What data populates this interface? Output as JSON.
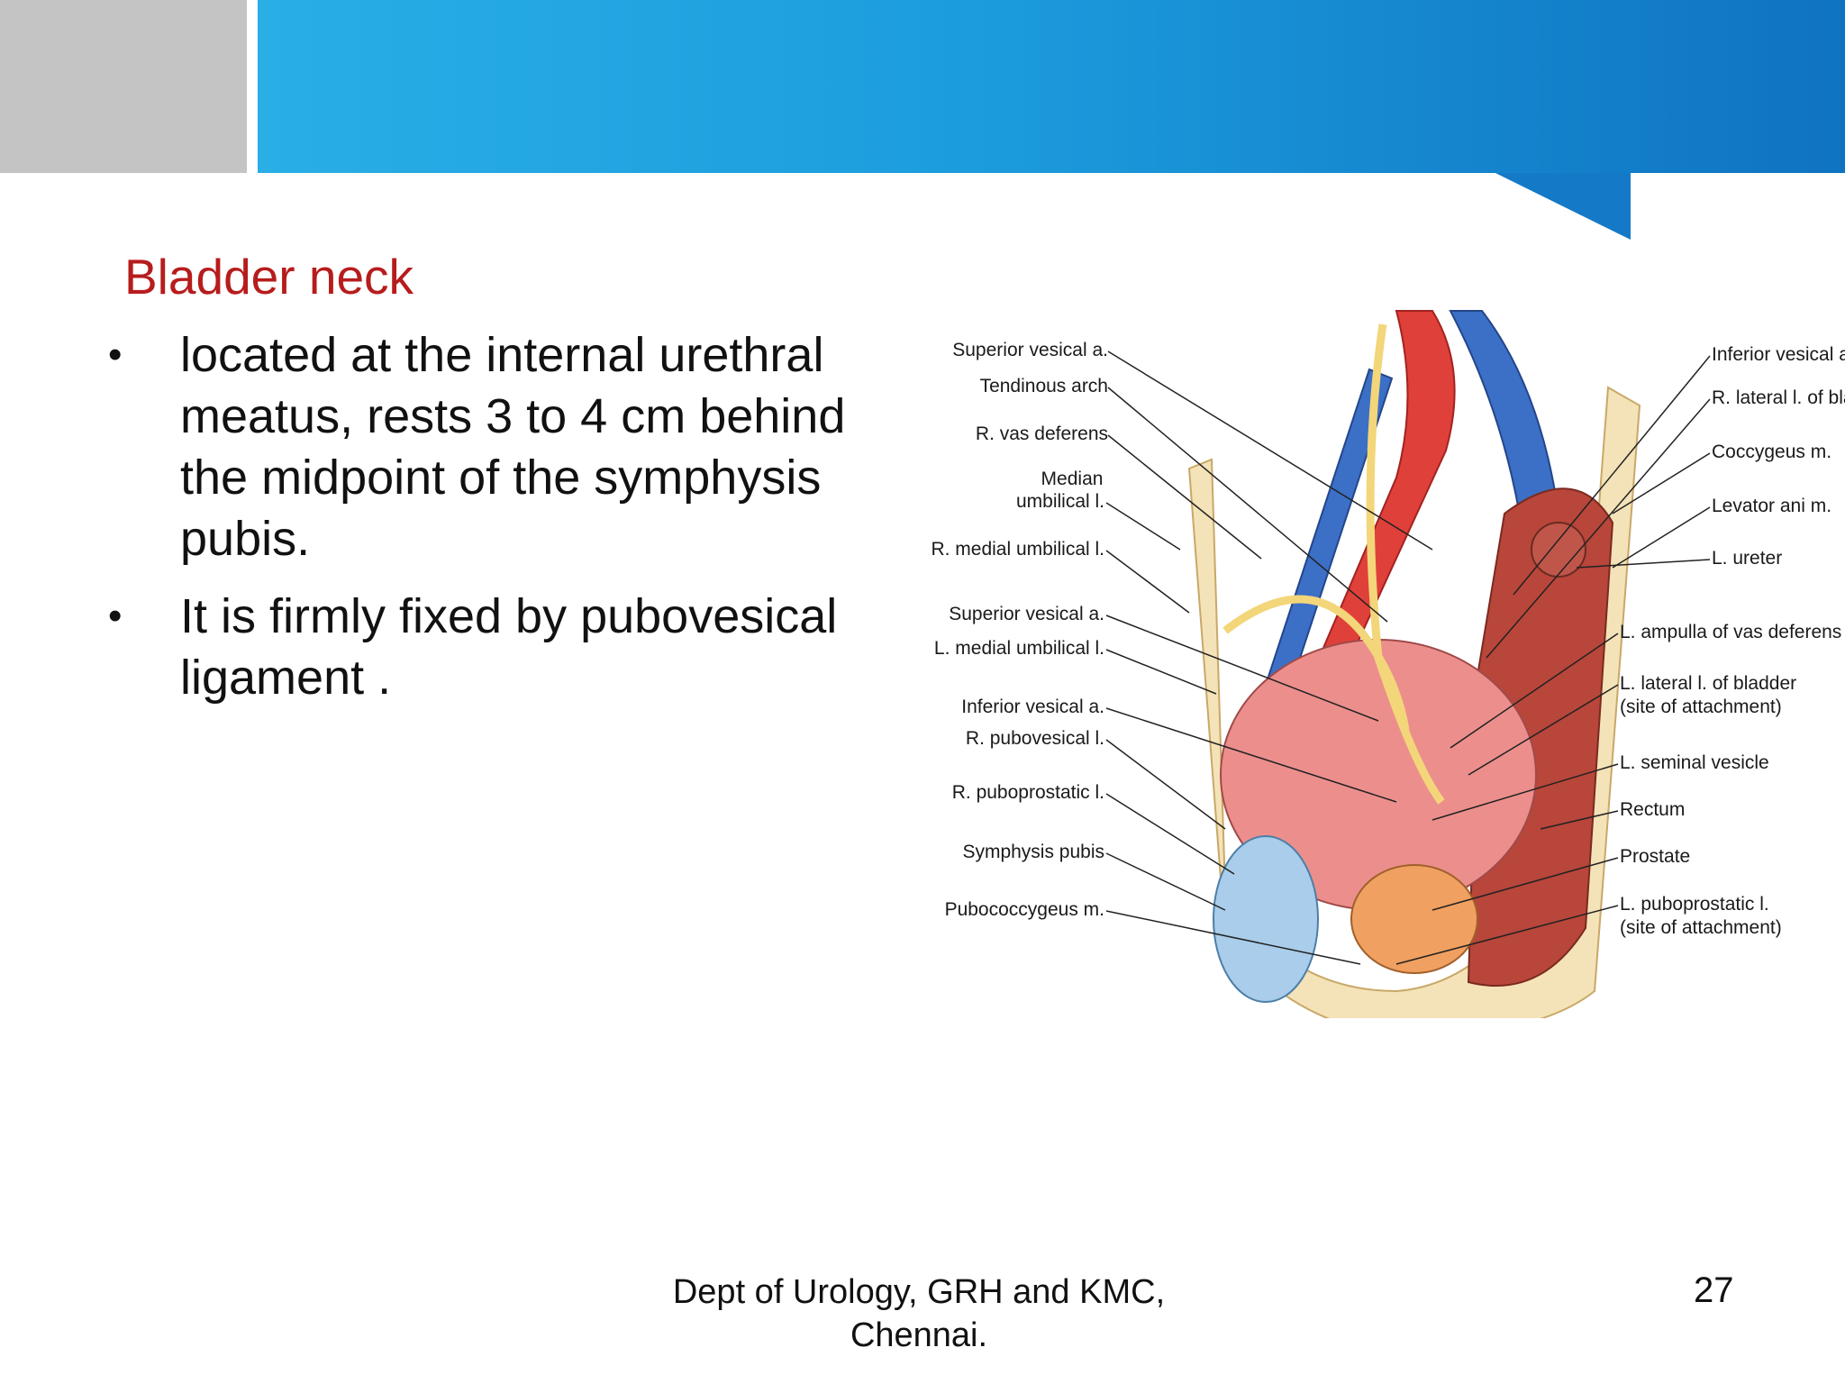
{
  "slide": {
    "title": "Bladder neck",
    "bullets": [
      " located at the internal urethral meatus, rests 3 to 4 cm behind the midpoint of the symphysis pubis.",
      "It is firmly fixed by pubovesical ligament ."
    ],
    "bullet_symbol": "•"
  },
  "figure": {
    "labels_left": [
      "Superior vesical a.",
      "Tendinous arch",
      "R. vas deferens",
      "Median",
      "umbilical l.",
      "R. medial umbilical l.",
      "Superior vesical a.",
      "L. medial umbilical l.",
      "Inferior vesical a.",
      "R. pubovesical l.",
      "R. puboprostatic l.",
      "Symphysis pubis",
      "Pubococcygeus m."
    ],
    "labels_right": [
      "Inferior vesical a.",
      "R. lateral l. of bladder",
      "Coccygeus m.",
      "Levator ani m.",
      "L. ureter",
      "L. ampulla of vas deferens",
      "L. lateral l. of bladder",
      "(site of attachment)",
      "L. seminal vesicle",
      "Rectum",
      "Prostate",
      "L. puboprostatic l.",
      "(site of attachment)"
    ]
  },
  "footer": {
    "line1": "Dept of Urology, GRH and KMC,",
    "line2": "Chennai.",
    "page_number": "27"
  },
  "colors": {
    "title": "#b71c1c",
    "header_blue": "#1c9cdd",
    "header_grey": "#c4c4c4"
  }
}
